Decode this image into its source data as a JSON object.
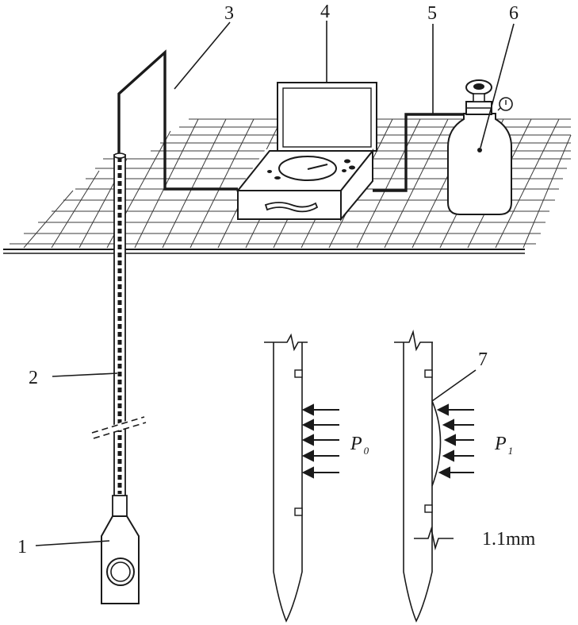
{
  "labels": {
    "l1": "1",
    "l2": "2",
    "l3": "3",
    "l4": "4",
    "l5": "5",
    "l6": "6",
    "l7": "7",
    "p0": "P",
    "p0_sub": "0",
    "p1": "P",
    "p1_sub": "1",
    "displacement": "1.1mm"
  }
}
